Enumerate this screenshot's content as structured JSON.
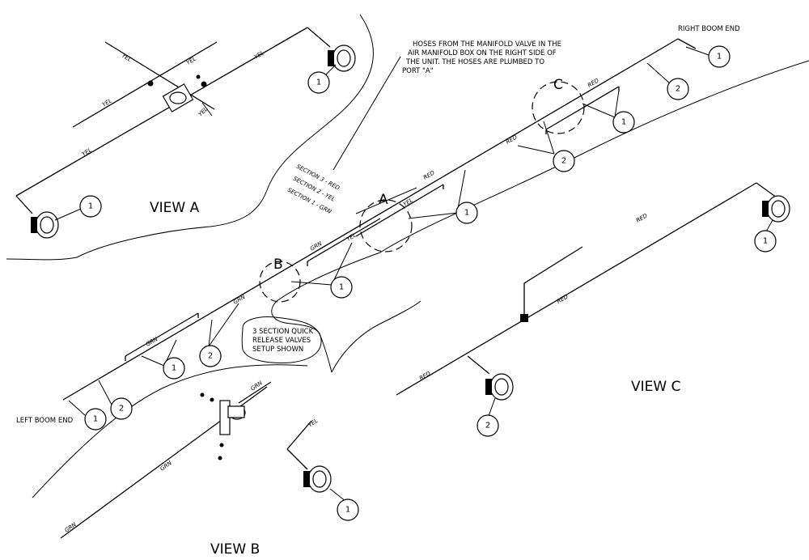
{
  "notes": {
    "hoses_note": [
      "HOSES FROM THE MANIFOLD VALVE IN THE",
      "AIR MANIFOLD BOX ON THE RIGHT SIDE OF",
      "THE UNIT. THE HOSES ARE PLUMBED TO",
      "PORT \"A\""
    ],
    "right_boom_end": "RIGHT BOOM END",
    "left_boom_end": "LEFT BOOM END",
    "quick_release_note": [
      "3 SECTION QUICK",
      "RELEASE VALVES",
      "SETUP SHOWN"
    ]
  },
  "sections": {
    "section3": "SECTION 3 - RED",
    "section2": "SECTION 2 - YEL",
    "section1": "SECTION 1 - GRN"
  },
  "views": {
    "a": "VIEW A",
    "b": "VIEW B",
    "c": "VIEW C"
  },
  "detail_letters": {
    "a": "A",
    "b": "B",
    "c": "C"
  },
  "hose_labels": {
    "yel": "YEL",
    "red": "RED",
    "grn": "GRN"
  },
  "balloons": {
    "b1": "1",
    "b2": "2"
  }
}
